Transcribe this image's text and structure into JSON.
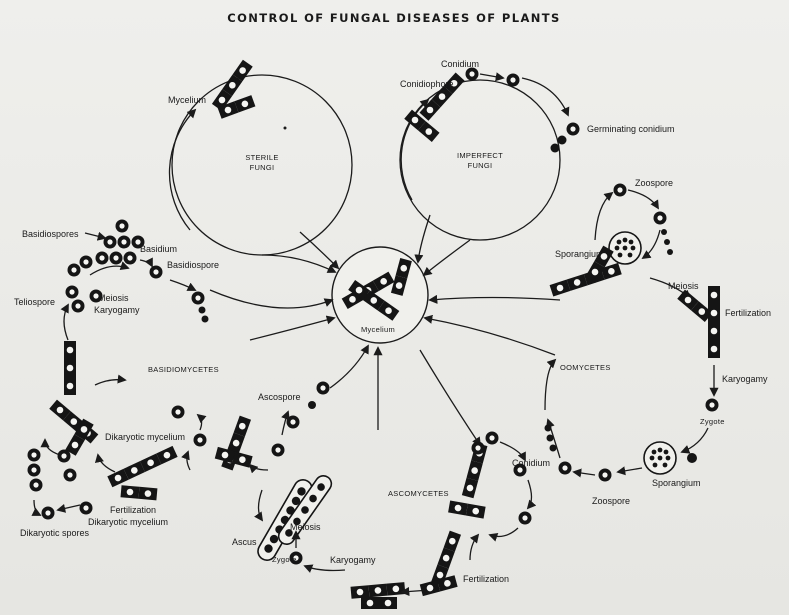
{
  "diagram": {
    "title": "CONTROL OF FUNGAL DISEASES OF PLANTS",
    "center": {
      "label": "Mycelium"
    },
    "groups": {
      "sterile": "STERILE FUNGI",
      "imperfect": "IMPERFECT FUNGI",
      "basidiomycetes": "BASIDIOMYCETES",
      "oomycetes": "OOMYCETES",
      "ascomycetes": "ASCOMYCETES"
    },
    "labels": {
      "mycelium_top": "Mycelium",
      "conidium_top": "Conidium",
      "conidiophore": "Conidiophore",
      "germinating_conidium": "Germinating conidium",
      "basidiospores": "Basidiospores",
      "basidium": "Basidium",
      "basidiospore": "Basidiospore",
      "teliospore": "Teliospore",
      "meiosis_basidio": "Meiosis",
      "karyogamy_basidio": "Karyogamy",
      "dikaryotic_mycelium_1": "Dikaryotic mycelium",
      "fertilization_basidio": "Fertilization",
      "dikaryotic_mycelium_2": "Dikaryotic mycelium",
      "dikaryotic_spores": "Dikaryotic spores",
      "ascospore": "Ascospore",
      "ascus": "Ascus",
      "meiosis_asco": "Meiosis",
      "zygote_asco": "Zygote",
      "karyogamy_asco": "Karyogamy",
      "fertilization_asco": "Fertilization",
      "conidium_asco": "Conidium",
      "zoospore_top": "Zoospore",
      "sporangium_top": "Sporangium",
      "meiosis_oomy": "Meiosis",
      "fertilization_oomy": "Fertilization",
      "karyogamy_oomy": "Karyogamy",
      "zygote_oomy": "Zygote",
      "sporangium_bottom": "Sporangium",
      "zoospore_bottom": "Zoospore"
    }
  }
}
